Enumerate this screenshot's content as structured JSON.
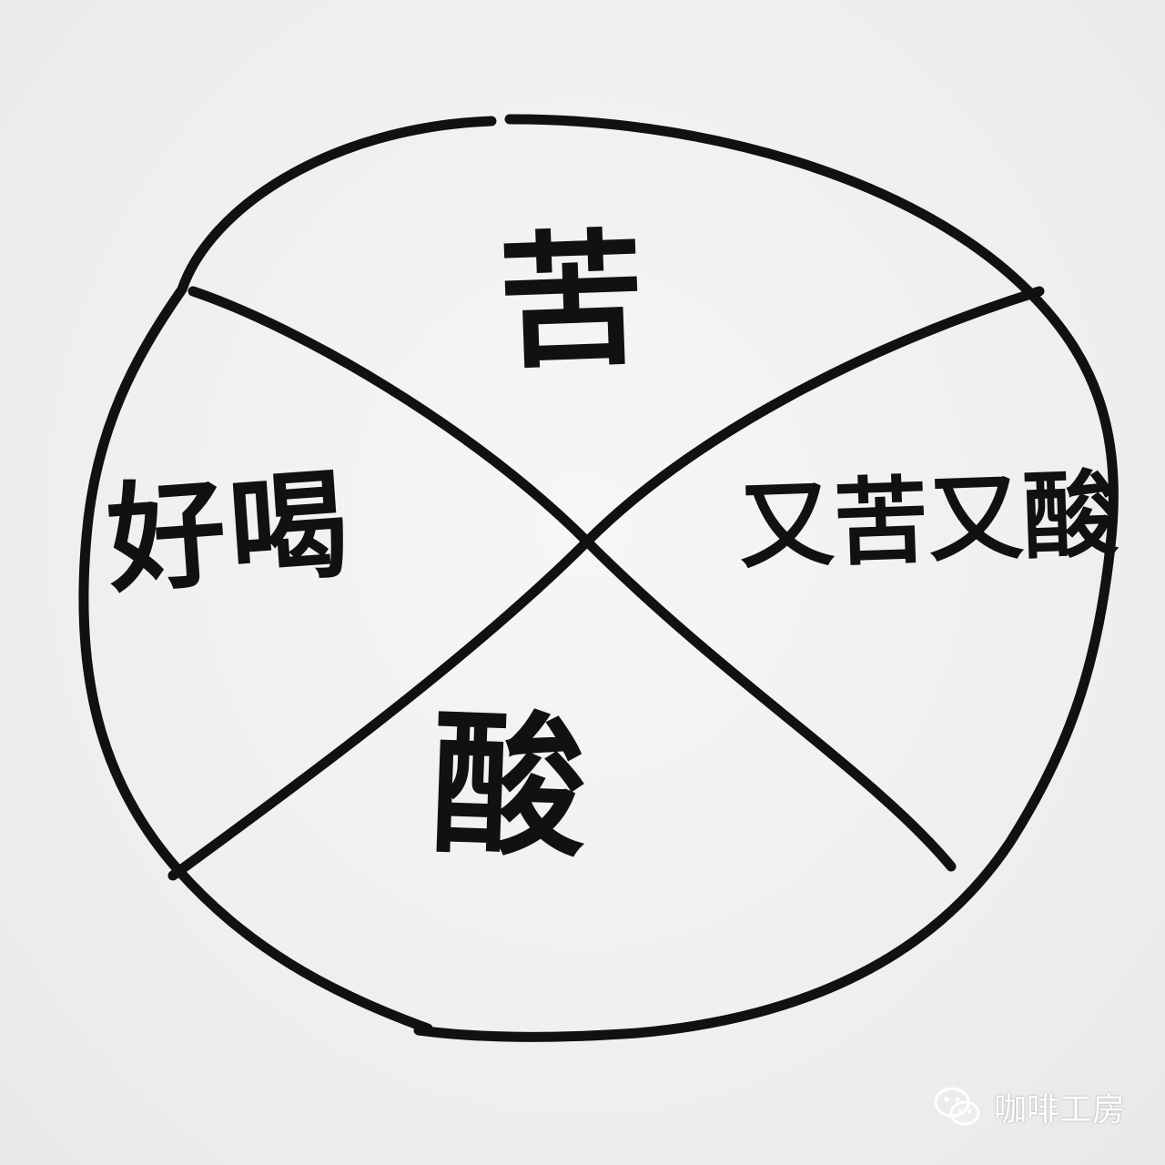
{
  "quadrants": {
    "top": "苦",
    "left": "好喝",
    "right": "又苦又酸",
    "bottom": "酸"
  },
  "watermark": {
    "text": "咖啡工房",
    "icon": "wechat-icon"
  },
  "colors": {
    "ink": "#111111",
    "paper": "#f3f2f0"
  }
}
